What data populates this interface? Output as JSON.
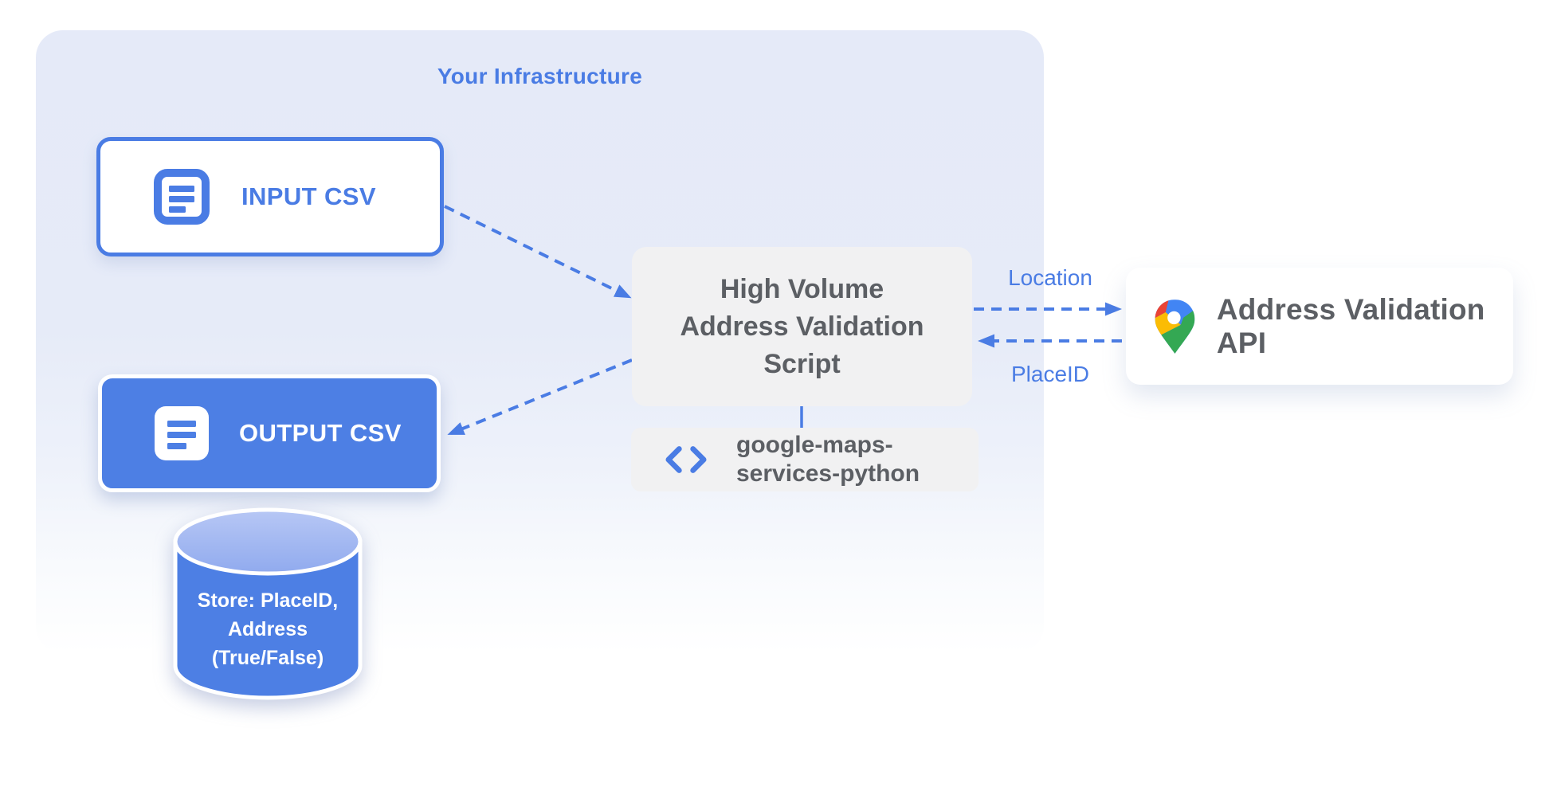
{
  "diagram": {
    "infrastructure_title": "Your Infrastructure",
    "input_csv": {
      "label": "INPUT CSV"
    },
    "output_csv": {
      "label": "OUTPUT CSV"
    },
    "datastore": {
      "line1": "Store: PlaceID,",
      "line2": "Address",
      "line3": "(True/False)"
    },
    "script": {
      "line1": "High Volume",
      "line2": "Address Validation",
      "line3": "Script"
    },
    "library": {
      "line1": "google-maps-",
      "line2": "services-python"
    },
    "api": {
      "label": "Address Validation API"
    },
    "flows": {
      "location": "Location",
      "placeid": "PlaceID"
    }
  },
  "icons": {
    "input_icon": "document-lines-icon",
    "output_icon": "document-lines-icon",
    "library_icon": "code-brackets-icon",
    "api_icon": "google-maps-pin-icon"
  },
  "colors": {
    "accent_blue": "#4A7CE4",
    "fill_blue": "#4D7FE4",
    "cylinder_top_light": "#A9BDF2",
    "panel_gray": "#F1F1F2",
    "text_gray": "#5C5F64",
    "container_lavender": "#E5EAF8",
    "pin_blue": "#4285F4",
    "pin_red": "#EA4335",
    "pin_yellow": "#FBBC04",
    "pin_green": "#34A853"
  }
}
